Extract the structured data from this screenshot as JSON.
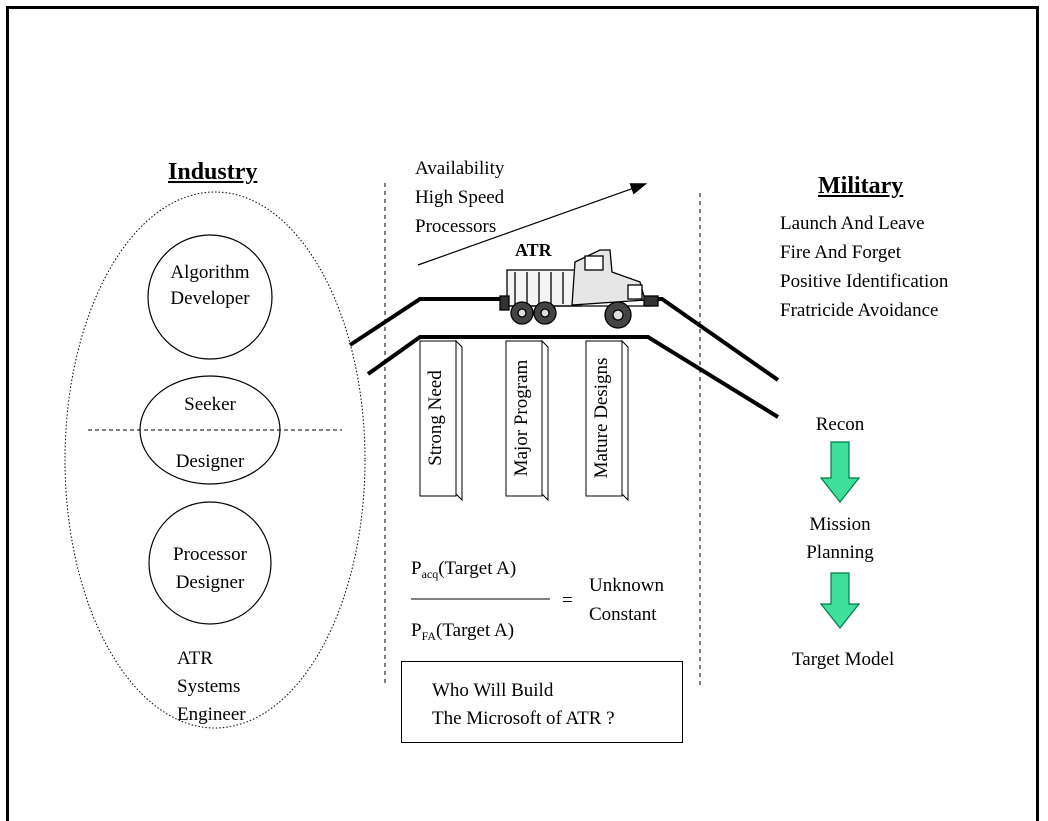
{
  "industry": {
    "heading": "Industry",
    "algorithm": "Algorithm",
    "developer": "Developer",
    "seeker": "Seeker",
    "seeker_designer": "Designer",
    "processor": "Processor",
    "processor_designer": "Designer",
    "atr_sys_line1": "ATR",
    "atr_sys_line2": "Systems",
    "atr_sys_line3": "Engineer"
  },
  "center": {
    "availability_line1": "Availability",
    "availability_line2": "High Speed",
    "availability_line3": "Processors",
    "atr_label": "ATR",
    "pillars": [
      "Strong Need",
      "Major Program",
      "Mature Designs"
    ],
    "formula": {
      "num_prefix": "P",
      "num_sub": "acq",
      "num_suffix": "(Target A)",
      "den_prefix": "P",
      "den_sub": "FA",
      "den_suffix": "(Target A)",
      "equals": "=",
      "result_line1": "Unknown",
      "result_line2": "Constant"
    },
    "question_line1": "Who Will Build",
    "question_line2": "The Microsoft of ATR ?"
  },
  "military": {
    "heading": "Military",
    "requirements": [
      "Launch And Leave",
      "Fire And Forget",
      "Positive Identification",
      "Fratricide Avoidance"
    ],
    "recon": "Recon",
    "mission_line1": "Mission",
    "mission_line2": "Planning",
    "target_model": "Target Model"
  },
  "colors": {
    "arrow_fill": "#3ddf9a",
    "arrow_stroke": "#007a4a",
    "line": "#000000"
  }
}
